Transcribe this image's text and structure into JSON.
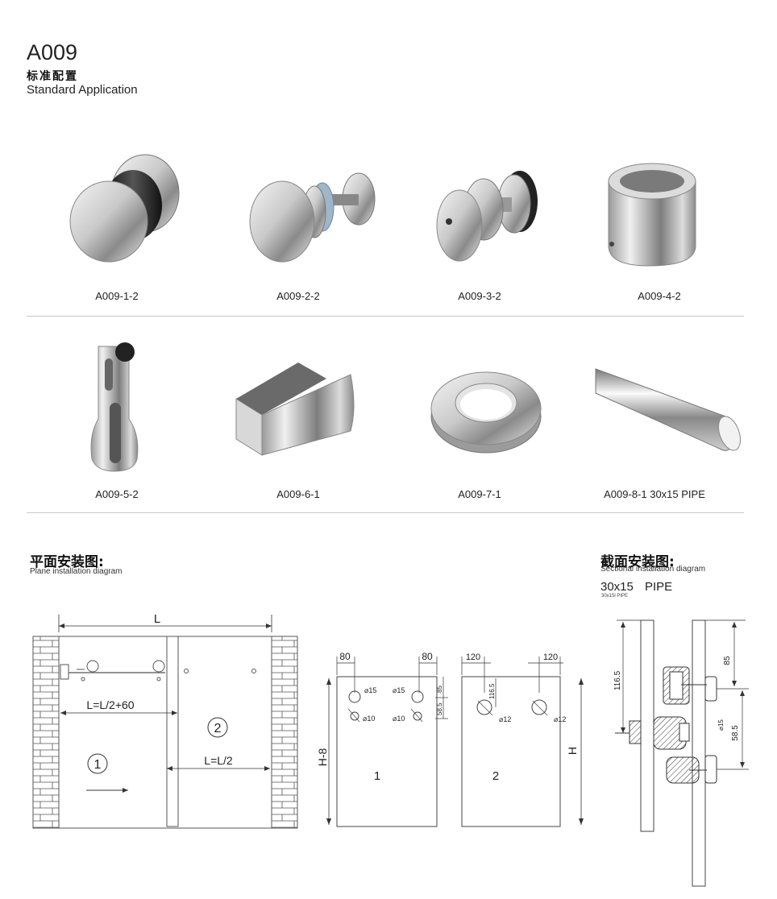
{
  "header": {
    "title": "A009",
    "subtitle_cn": "标准配置",
    "subtitle_en": "Standard Application"
  },
  "products_row1": [
    {
      "code": "A009-1-2",
      "icon": "knob-rubber-icon"
    },
    {
      "code": "A009-2-2",
      "icon": "knob-bolt-icon"
    },
    {
      "code": "A009-3-2",
      "icon": "knob-roller-icon"
    },
    {
      "code": "A009-4-2",
      "icon": "oval-sleeve-icon"
    }
  ],
  "products_row2": [
    {
      "code": "A009-5-2",
      "icon": "pipe-holder-icon"
    },
    {
      "code": "A009-6-1",
      "icon": "glass-clamp-icon"
    },
    {
      "code": "A009-7-1",
      "icon": "ring-icon"
    },
    {
      "code": "A009-8-1   30x15 PIPE",
      "icon": "pipe-rod-icon"
    }
  ],
  "plane": {
    "title_cn": "平面安装图:",
    "title_en": "Plane installation diagram",
    "label_L": "L",
    "label_half60": "L=L/2+60",
    "label_half": "L=L/2",
    "door1": "1",
    "door2": "2"
  },
  "section": {
    "title_cn": "截面安装图:",
    "title_en": "Sectional installation diagram",
    "pipe_big": "30x15",
    "pipe_word": "PIPE",
    "pipe_small": "30x15l PIPE",
    "dim_116": "116.5",
    "dim_85": "85",
    "dim_585": "58.5",
    "dim_d15": "⌀15"
  },
  "panel1": {
    "dim_80a": "80",
    "dim_80b": "80",
    "d15a": "⌀15",
    "d15b": "⌀15",
    "d10a": "⌀10",
    "d10b": "⌀10",
    "dim_85": "85",
    "dim_585": "58.5",
    "height": "H-8",
    "number": "1"
  },
  "panel2": {
    "dim_120a": "120",
    "dim_120b": "120",
    "dim_1165": "116.5",
    "d12a": "⌀12",
    "d12b": "⌀12",
    "height": "H",
    "number": "2"
  }
}
